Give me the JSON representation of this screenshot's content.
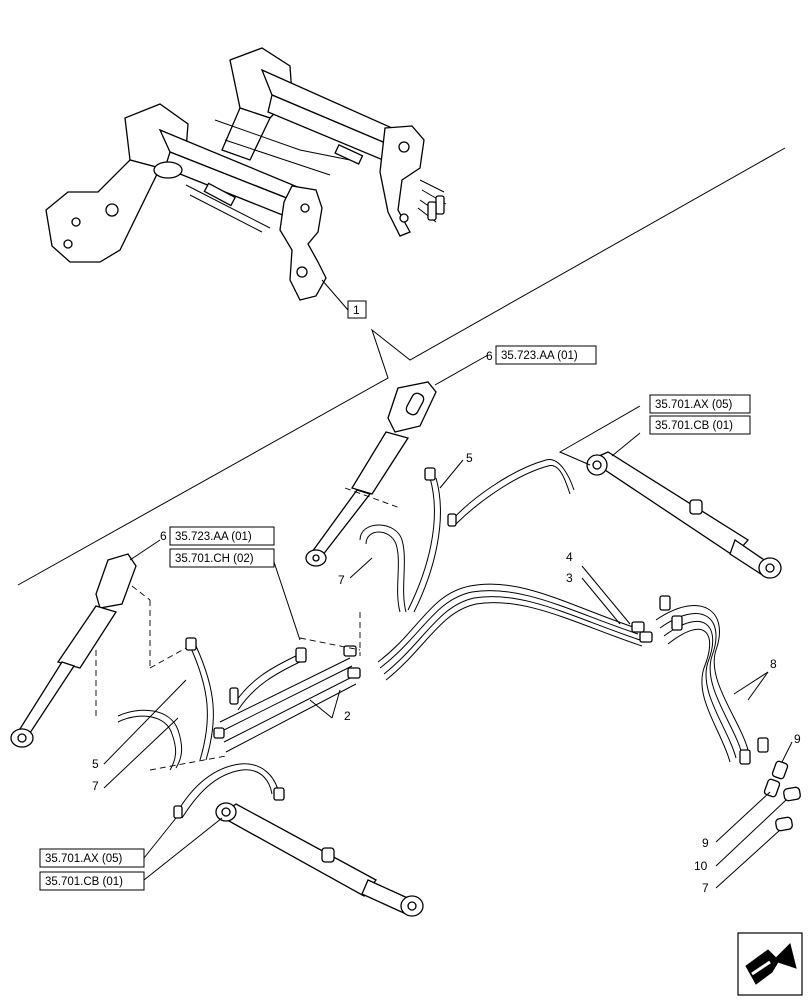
{
  "callouts": {
    "assembly_ref": "1",
    "part_2": "2",
    "part_3": "3",
    "part_4": "4",
    "part_5_upper": "5",
    "part_5_lower": "5",
    "part_6_upper": "6",
    "part_6_lower": "6",
    "part_7_upper": "7",
    "part_7_lower": "7",
    "part_7_right": "7",
    "part_8": "8",
    "part_9_upper": "9",
    "part_9_lower": "9",
    "part_10": "10"
  },
  "references": {
    "cyl_upper_ref": "35.723.AA (01)",
    "cyl_lower_ref": "35.723.AA (01)",
    "valve_ref": "35.701.CH (02)",
    "right_ram_ax": "35.701.AX (05)",
    "right_ram_cb": "35.701.CB (01)",
    "bottom_ram_ax": "35.701.AX (05)",
    "bottom_ram_cb": "35.701.CB (01)"
  },
  "icons": {
    "loader_frame": "front-loader-frame-illustration",
    "navigation": "next-page-arrow-icon"
  }
}
